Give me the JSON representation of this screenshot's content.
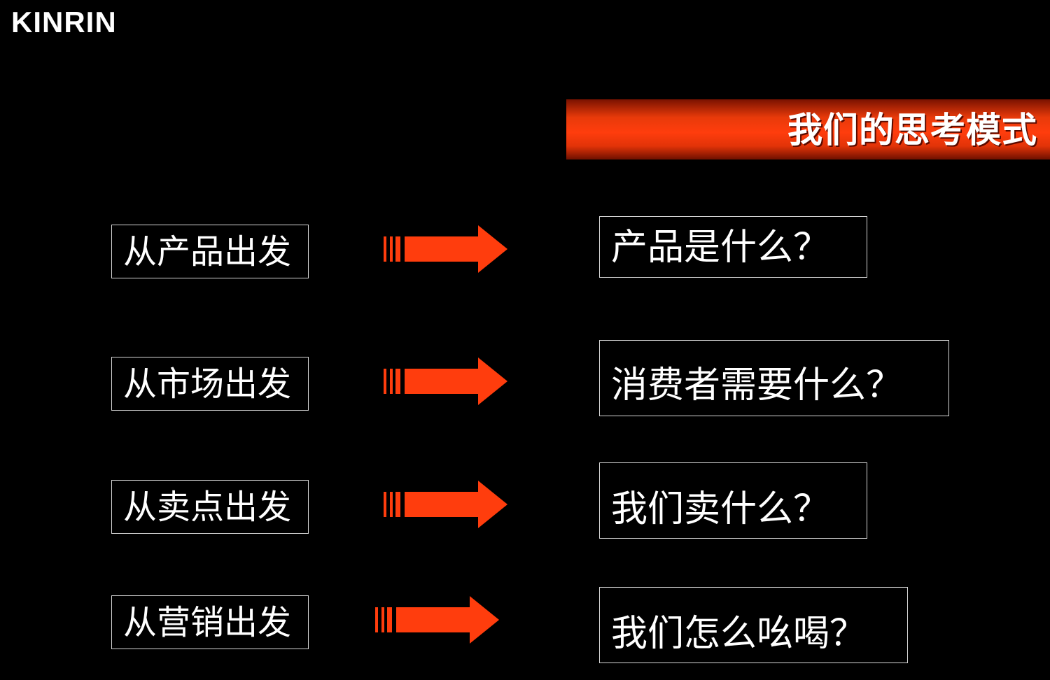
{
  "logo": "KINRIN",
  "banner": {
    "title": "我们的思考模式"
  },
  "rows": [
    {
      "left": "从产品出发",
      "right": "产品是什么？"
    },
    {
      "left": "从市场出发",
      "right": "消费者需要什么？"
    },
    {
      "left": "从卖点出发",
      "right": "我们卖什么？"
    },
    {
      "left": "从营销出发",
      "right": "我们怎么吆喝？"
    }
  ],
  "colors": {
    "background": "#000000",
    "accent": "#ff3d0d",
    "text": "#ffffff",
    "border": "#d8d8d8"
  },
  "icons": {
    "arrow": "striped-right-arrow-icon"
  }
}
